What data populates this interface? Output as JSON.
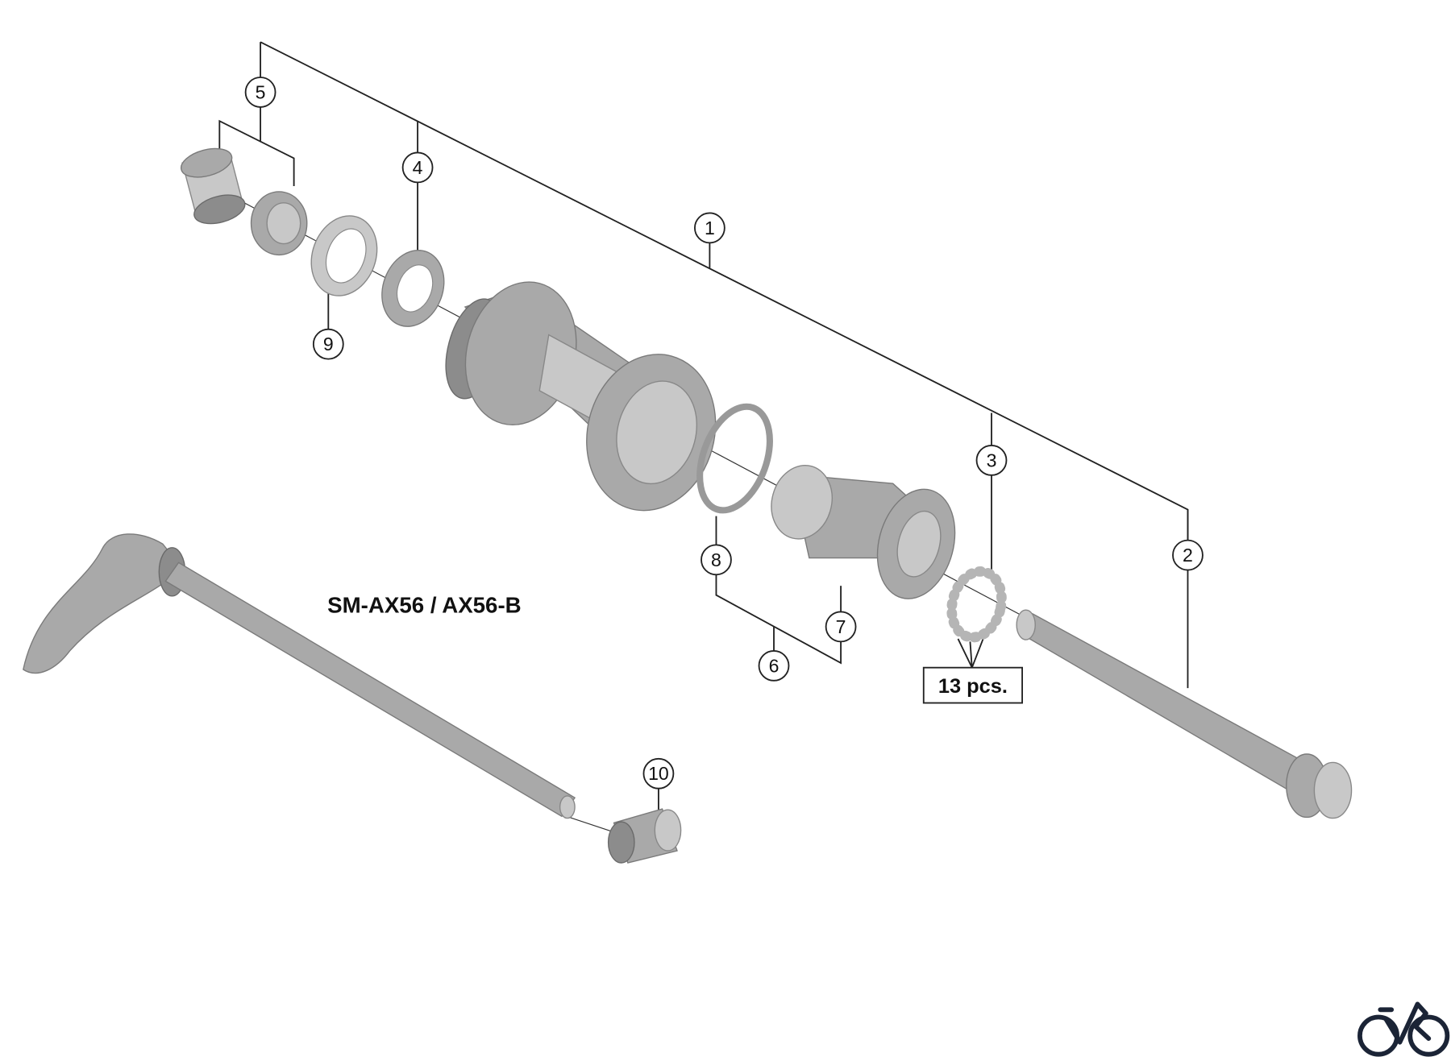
{
  "diagram": {
    "title": "SM-AX56 / AX56-B",
    "quantity_note": "13 pcs.",
    "callouts": [
      {
        "id": "1",
        "label": "1"
      },
      {
        "id": "2",
        "label": "2"
      },
      {
        "id": "3",
        "label": "3"
      },
      {
        "id": "4",
        "label": "4"
      },
      {
        "id": "5",
        "label": "5"
      },
      {
        "id": "6",
        "label": "6"
      },
      {
        "id": "7",
        "label": "7"
      },
      {
        "id": "8",
        "label": "8"
      },
      {
        "id": "9",
        "label": "9"
      },
      {
        "id": "10",
        "label": "10"
      }
    ],
    "logo": {
      "icon": "bicycle-icon",
      "color": "#1b2436"
    }
  }
}
